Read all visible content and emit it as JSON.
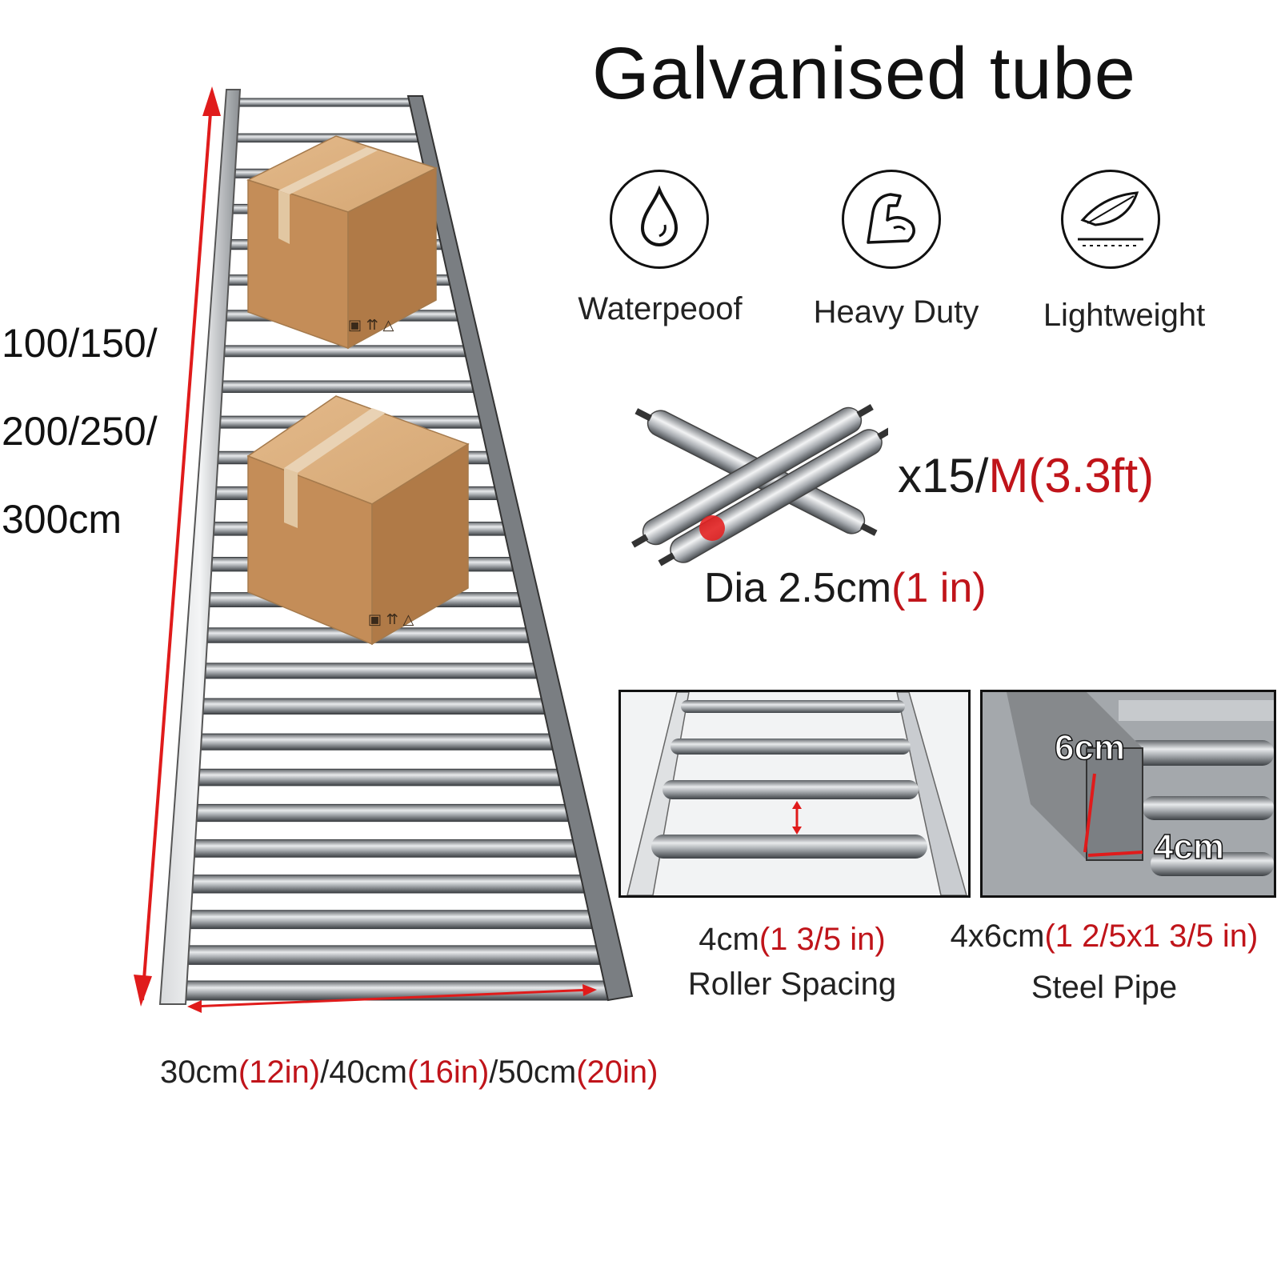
{
  "title": "Galvanised tube",
  "length_options": [
    "100/150/",
    "200/250/",
    "300cm"
  ],
  "features": [
    {
      "label": "Waterpeoof",
      "icon": "water-drop-icon"
    },
    {
      "label": "Heavy Duty",
      "icon": "flexed-arm-icon"
    },
    {
      "label": "Lightweight",
      "icon": "feather-icon"
    }
  ],
  "roller": {
    "qty_prefix": "x15/",
    "qty_suffix": "M(3.3ft)",
    "dia_prefix": "Dia 2.5cm",
    "dia_suffix": "(1 in)"
  },
  "width": {
    "parts": [
      {
        "text": "30cm",
        "red": false
      },
      {
        "text": "(12in)",
        "red": true
      },
      {
        "text": "/40cm",
        "red": false
      },
      {
        "text": "(16in)",
        "red": true
      },
      {
        "text": "/50cm",
        "red": false
      },
      {
        "text": "(20in)",
        "red": true
      }
    ]
  },
  "spacing": {
    "value": "4cm",
    "value_suffix": "(1 3/5 in)",
    "label": "Roller Spacing"
  },
  "pipe": {
    "value": "4x6cm",
    "value_suffix": "(1 2/5x1 3/5 in)",
    "label": "Steel Pipe",
    "dim_height": "6cm",
    "dim_width": "4cm"
  },
  "colors": {
    "accent_red": "#c0141a",
    "text": "#1a1a1a",
    "box": "#c9965f",
    "steel": "#b8bcc0"
  }
}
